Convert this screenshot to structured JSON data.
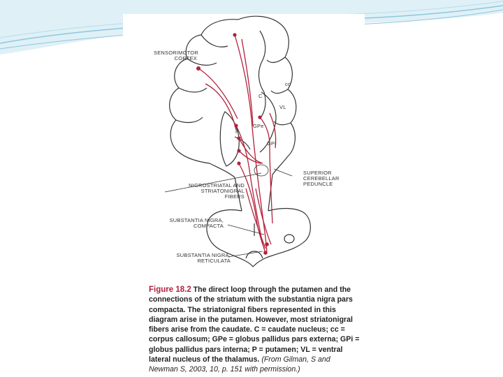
{
  "figure": {
    "labels": {
      "sensorimotor_cortex": [
        "SENSORIMOTOR",
        "CORTEX"
      ],
      "cc": "cc",
      "c": "C",
      "vl": "VL",
      "gpe": "GPe",
      "p": "P",
      "gpi": "GPi",
      "superior_cerebellar_peduncle": [
        "SUPERIOR",
        "CEREBELLAR",
        "PEDUNCLE"
      ],
      "nigrostriatal_fibers": [
        "NIGROSTRIATAL AND",
        "STRIATONIGRAL",
        "FIBERS"
      ],
      "substantia_nigra_compacta": [
        "SUBSTANTIA NIGRA,",
        "COMPACTA"
      ],
      "substantia_nigra_reticulata": [
        "SUBSTANTIA NIGRA,",
        "RETICULATA"
      ]
    },
    "caption": {
      "label": "Figure 18.2",
      "body": "The direct loop through the putamen and the connections of the striatum with the substantia nigra pars compacta. The striatonigral fibers represented in this diagram arise in the putamen. However, most striatonigral fibers arise from the caudate. C = caudate nucleus; cc = corpus callosum; GPe = globus pallidus pars externa; GPi = globus pallidus pars interna; P = putamen; VL = ventral lateral nucleus of the thalamus.",
      "citation": "(From Gilman, S and Newman S, 2003, 10, p. 151 with permission.)"
    }
  },
  "colors": {
    "pathway": "#b3213b",
    "outline": "#333333",
    "swoosh": "#8fc7dc"
  }
}
